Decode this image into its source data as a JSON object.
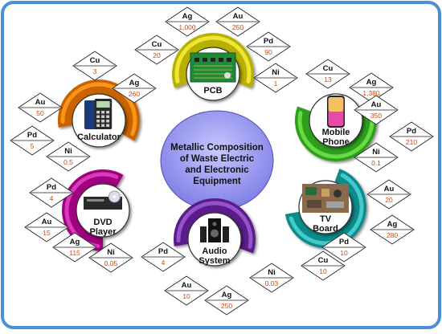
{
  "center": {
    "lines": [
      "Metallic Composition",
      "of Waste Electric",
      "and Electronic",
      "Equipment"
    ]
  },
  "devices": [
    {
      "id": "pcb",
      "lines": [
        "PCB"
      ],
      "ring_color": "#b8b000",
      "ring_light": "#f4ec3a",
      "icon": "circuit-board-icon",
      "metals": [
        {
          "symbol": "Ag",
          "value": "1,000"
        },
        {
          "symbol": "Au",
          "value": "250"
        },
        {
          "symbol": "Pd",
          "value": "90"
        },
        {
          "symbol": "Ni",
          "value": "1"
        },
        {
          "symbol": "Cu",
          "value": "20"
        }
      ]
    },
    {
      "id": "calculator",
      "lines": [
        "Calculator"
      ],
      "ring_color": "#c86400",
      "ring_light": "#ff9a1a",
      "icon": "calculator-icon",
      "metals": [
        {
          "symbol": "Cu",
          "value": "3"
        },
        {
          "symbol": "Ag",
          "value": "260"
        },
        {
          "symbol": "Au",
          "value": "50"
        },
        {
          "symbol": "Pd",
          "value": "5"
        },
        {
          "symbol": "Ni",
          "value": "0.5"
        }
      ]
    },
    {
      "id": "mobile",
      "lines": [
        "Mobile",
        "Phone"
      ],
      "ring_color": "#2e9e1a",
      "ring_light": "#6ee04a",
      "icon": "smartphone-icon",
      "metals": [
        {
          "symbol": "Cu",
          "value": "13"
        },
        {
          "symbol": "Ag",
          "value": "1,380"
        },
        {
          "symbol": "Au",
          "value": "350"
        },
        {
          "symbol": "Pd",
          "value": "210"
        },
        {
          "symbol": "Ni",
          "value": "0.1"
        }
      ]
    },
    {
      "id": "dvd",
      "lines": [
        "DVD",
        "Player"
      ],
      "ring_color": "#a00080",
      "ring_light": "#e040c0",
      "icon": "dvd-player-icon",
      "metals": [
        {
          "symbol": "Pd",
          "value": "4"
        },
        {
          "symbol": "Au",
          "value": "15"
        },
        {
          "symbol": "Ag",
          "value": "115"
        },
        {
          "symbol": "Ni",
          "value": "0.05"
        }
      ]
    },
    {
      "id": "tv",
      "lines": [
        "TV",
        "Board"
      ],
      "ring_color": "#0a8a8a",
      "ring_light": "#4ad0d0",
      "icon": "tv-board-icon",
      "metals": [
        {
          "symbol": "Au",
          "value": "20"
        },
        {
          "symbol": "Ag",
          "value": "280"
        },
        {
          "symbol": "Pd",
          "value": "10"
        },
        {
          "symbol": "Cu",
          "value": "10"
        }
      ]
    },
    {
      "id": "audio",
      "lines": [
        "Audio",
        "System"
      ],
      "ring_color": "#5a1a8a",
      "ring_light": "#9a5ad0",
      "icon": "speaker-system-icon",
      "metals": [
        {
          "symbol": "Pd",
          "value": "4"
        },
        {
          "symbol": "Ni",
          "value": "0.03"
        },
        {
          "symbol": "Au",
          "value": "10"
        },
        {
          "symbol": "Ag",
          "value": "250"
        }
      ]
    }
  ],
  "colors": {
    "frame": "#4a8fd8",
    "center_fill": "#9999ee",
    "value_text": "#c84a10"
  }
}
